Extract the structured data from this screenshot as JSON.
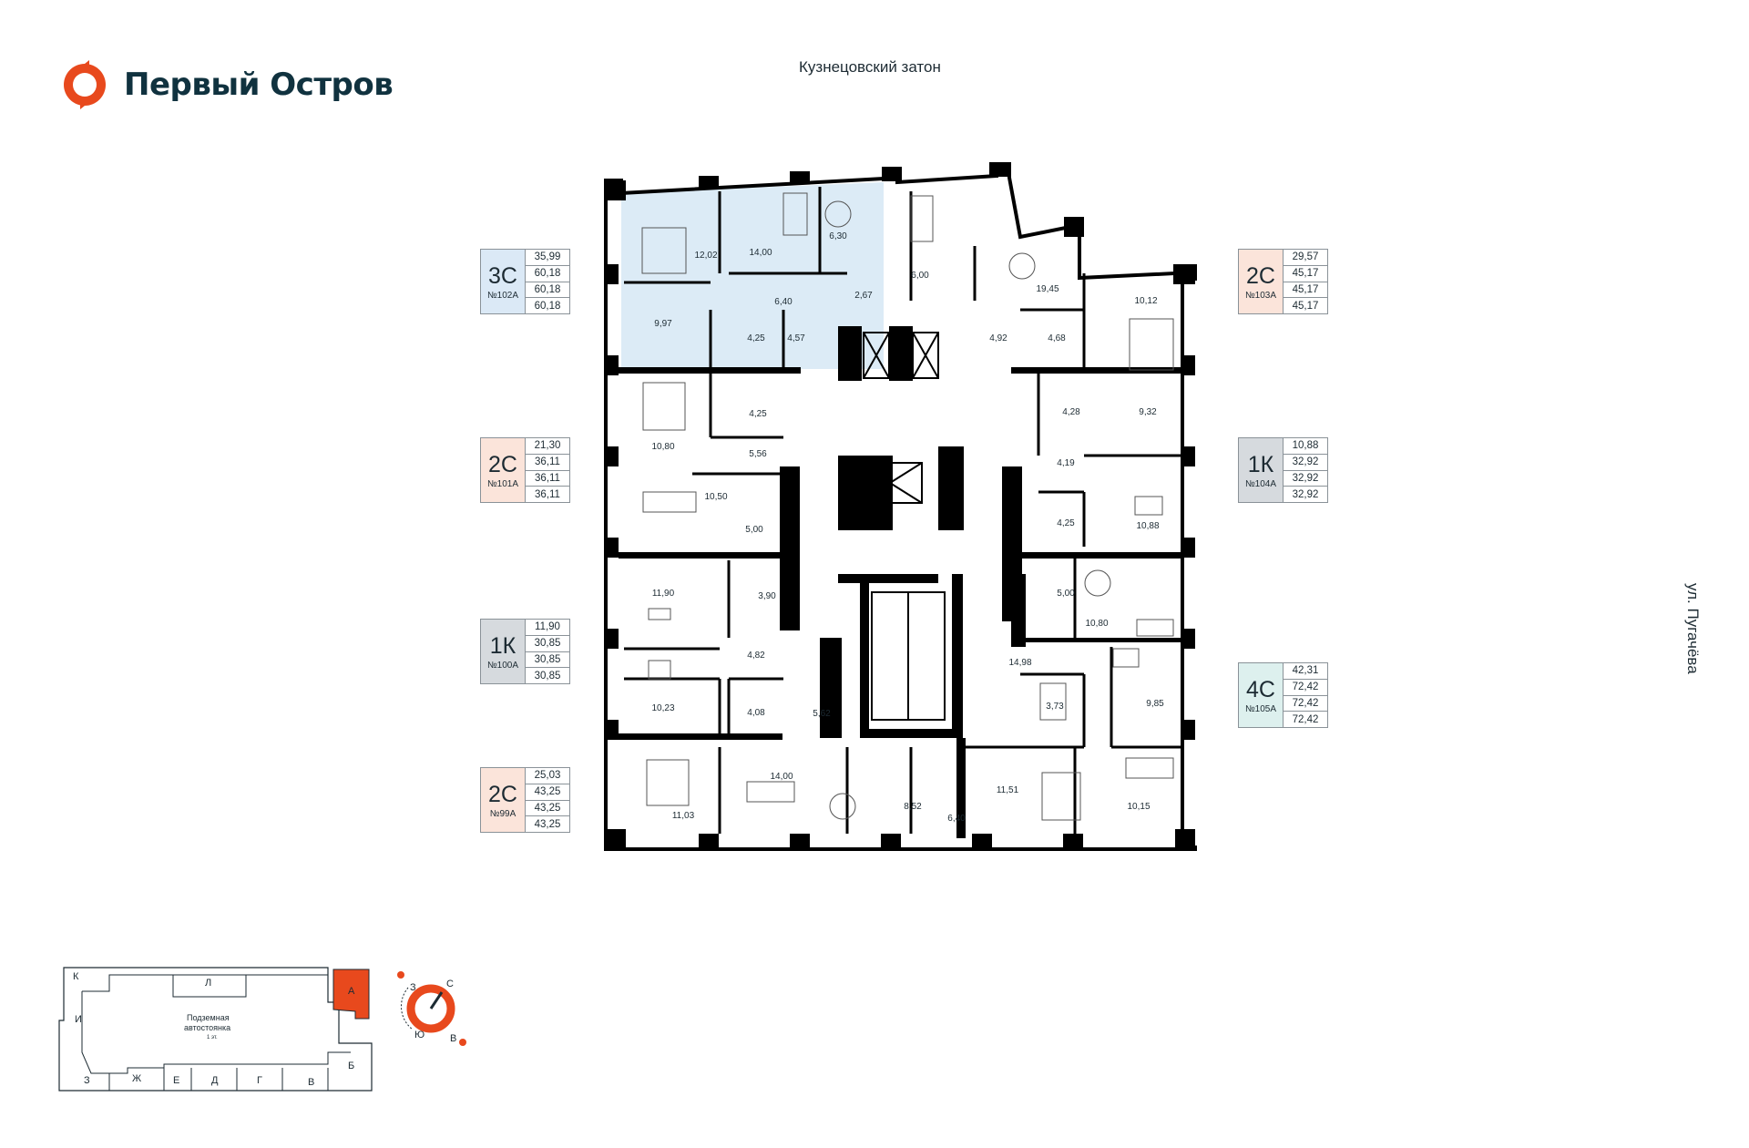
{
  "brand": {
    "name": "Первый Остров",
    "color": "#e8491d",
    "dark": "#10323f"
  },
  "streets": {
    "top": "Кузнецовский затон",
    "right": "ул. Пугачёва"
  },
  "apartments_left": [
    {
      "type": "3С",
      "number": "№102А",
      "values": [
        "35,99",
        "60,18",
        "60,18",
        "60,18"
      ],
      "style": "3c"
    },
    {
      "type": "2С",
      "number": "№101А",
      "values": [
        "21,30",
        "36,11",
        "36,11",
        "36,11"
      ],
      "style": "2c"
    },
    {
      "type": "1К",
      "number": "№100А",
      "values": [
        "11,90",
        "30,85",
        "30,85",
        "30,85"
      ],
      "style": "1k"
    },
    {
      "type": "2С",
      "number": "№99А",
      "values": [
        "25,03",
        "43,25",
        "43,25",
        "43,25"
      ],
      "style": "2c"
    }
  ],
  "apartments_right": [
    {
      "type": "2С",
      "number": "№103А",
      "values": [
        "29,57",
        "45,17",
        "45,17",
        "45,17"
      ],
      "style": "2c"
    },
    {
      "type": "1К",
      "number": "№104А",
      "values": [
        "10,88",
        "32,92",
        "32,92",
        "32,92"
      ],
      "style": "1k"
    },
    {
      "type": "4С",
      "number": "№105А",
      "values": [
        "42,31",
        "72,42",
        "72,42",
        "72,42"
      ],
      "style": "4c"
    }
  ],
  "rooms": [
    "12,02",
    "14,00",
    "6,30",
    "6,00",
    "19,45",
    "10,12",
    "6,40",
    "2,67",
    "9,97",
    "4,25",
    "4,57",
    "4,92",
    "4,68",
    "4,25",
    "10,80",
    "5,56",
    "4,28",
    "9,32",
    "10,50",
    "5,00",
    "4,19",
    "4,25",
    "10,88",
    "11,90",
    "3,90",
    "5,00",
    "10,80",
    "4,82",
    "14,98",
    "10,23",
    "4,08",
    "5,62",
    "3,73",
    "9,85",
    "14,00",
    "8,52",
    "6,40",
    "11,51",
    "10,15",
    "11,03"
  ],
  "key_plan": {
    "sections": [
      "К",
      "Л",
      "А",
      "И",
      "Б",
      "З",
      "Ж",
      "Е",
      "Д",
      "Г",
      "В"
    ],
    "parking_line1": "Подземная",
    "parking_line2": "автостоянка",
    "parking_line3": "1 эт.",
    "highlight_color": "#e8491d"
  },
  "compass": {
    "n": "С",
    "s": "Ю",
    "w": "З",
    "e": "В"
  }
}
